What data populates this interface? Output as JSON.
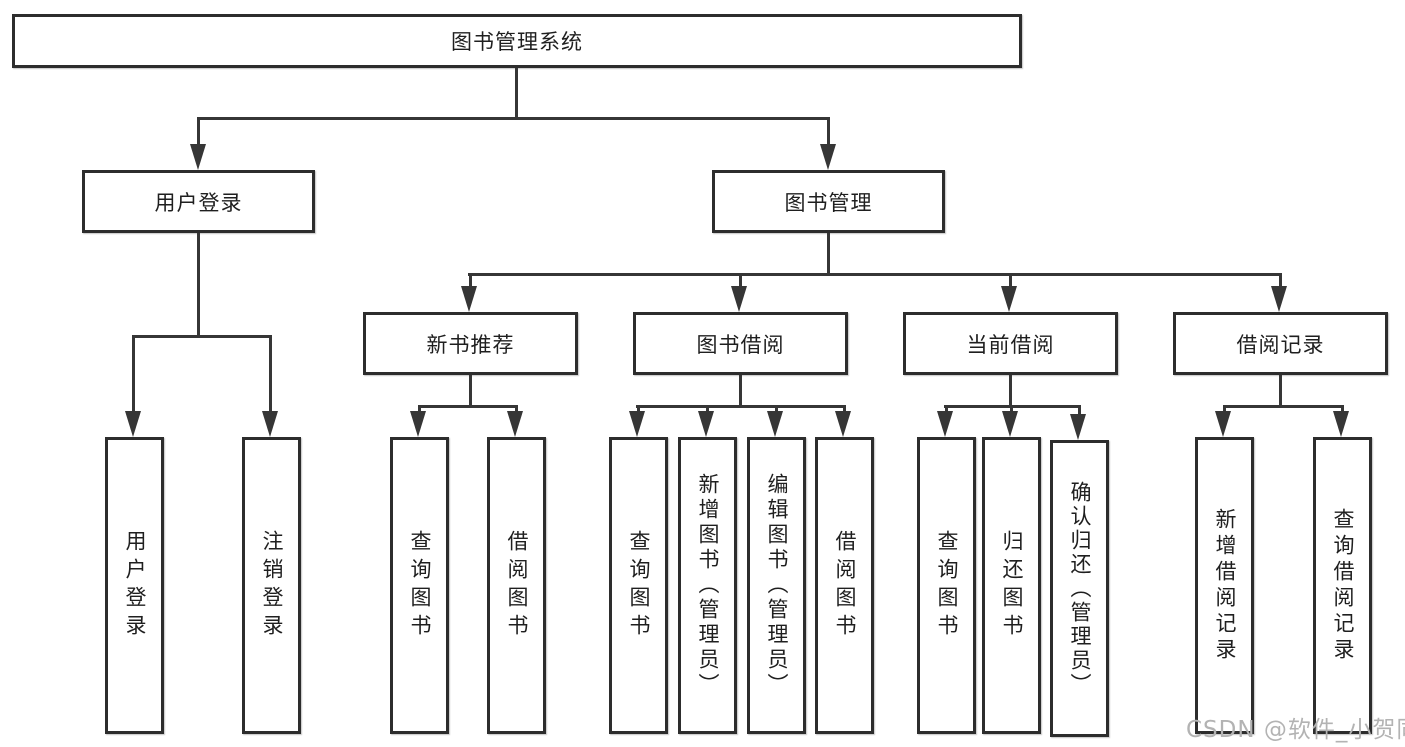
{
  "tree": {
    "root": "图书管理系统",
    "user_login": {
      "label": "用户登录",
      "leaves": [
        "用户登录",
        "注销登录"
      ]
    },
    "book_management": {
      "label": "图书管理",
      "groups": [
        {
          "label": "新书推荐",
          "leaves": [
            "查询图书",
            "借阅图书"
          ]
        },
        {
          "label": "图书借阅",
          "leaves": [
            "查询图书",
            "新增图书（管理员）",
            "编辑图书（管理员）",
            "借阅图书"
          ]
        },
        {
          "label": "当前借阅",
          "leaves": [
            "查询图书",
            "归还图书",
            "确认归还（管理员）"
          ]
        },
        {
          "label": "借阅记录",
          "leaves": [
            "新增借阅记录",
            "查询借阅记录"
          ]
        }
      ]
    }
  },
  "watermark": "CSDN @软件_小贺同学",
  "colors": {
    "line": "#363636",
    "box_border": "#2d2d2d",
    "text": "#1f1f1f",
    "watermark": "#b3b3b3",
    "background": "#ffffff"
  }
}
